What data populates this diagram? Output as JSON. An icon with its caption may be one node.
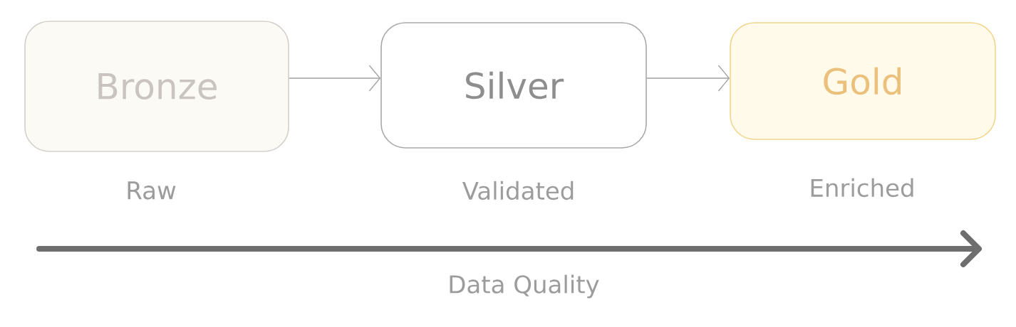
{
  "diagram": {
    "nodes": [
      {
        "text": [
          "Bronze"
        ],
        "beside": [
          "Raw"
        ]
      },
      {
        "text": [
          "Silver"
        ],
        "beside": [
          "Validated"
        ]
      },
      {
        "text": [
          "Gold"
        ],
        "beside": [
          "Enriched"
        ]
      }
    ],
    "edges": [
      {
        "from": 0,
        "to": 1,
        "arrow": "to"
      },
      {
        "from": 1,
        "to": 2,
        "arrow": "to"
      }
    ],
    "labels": [
      "Data Quality"
    ]
  }
}
